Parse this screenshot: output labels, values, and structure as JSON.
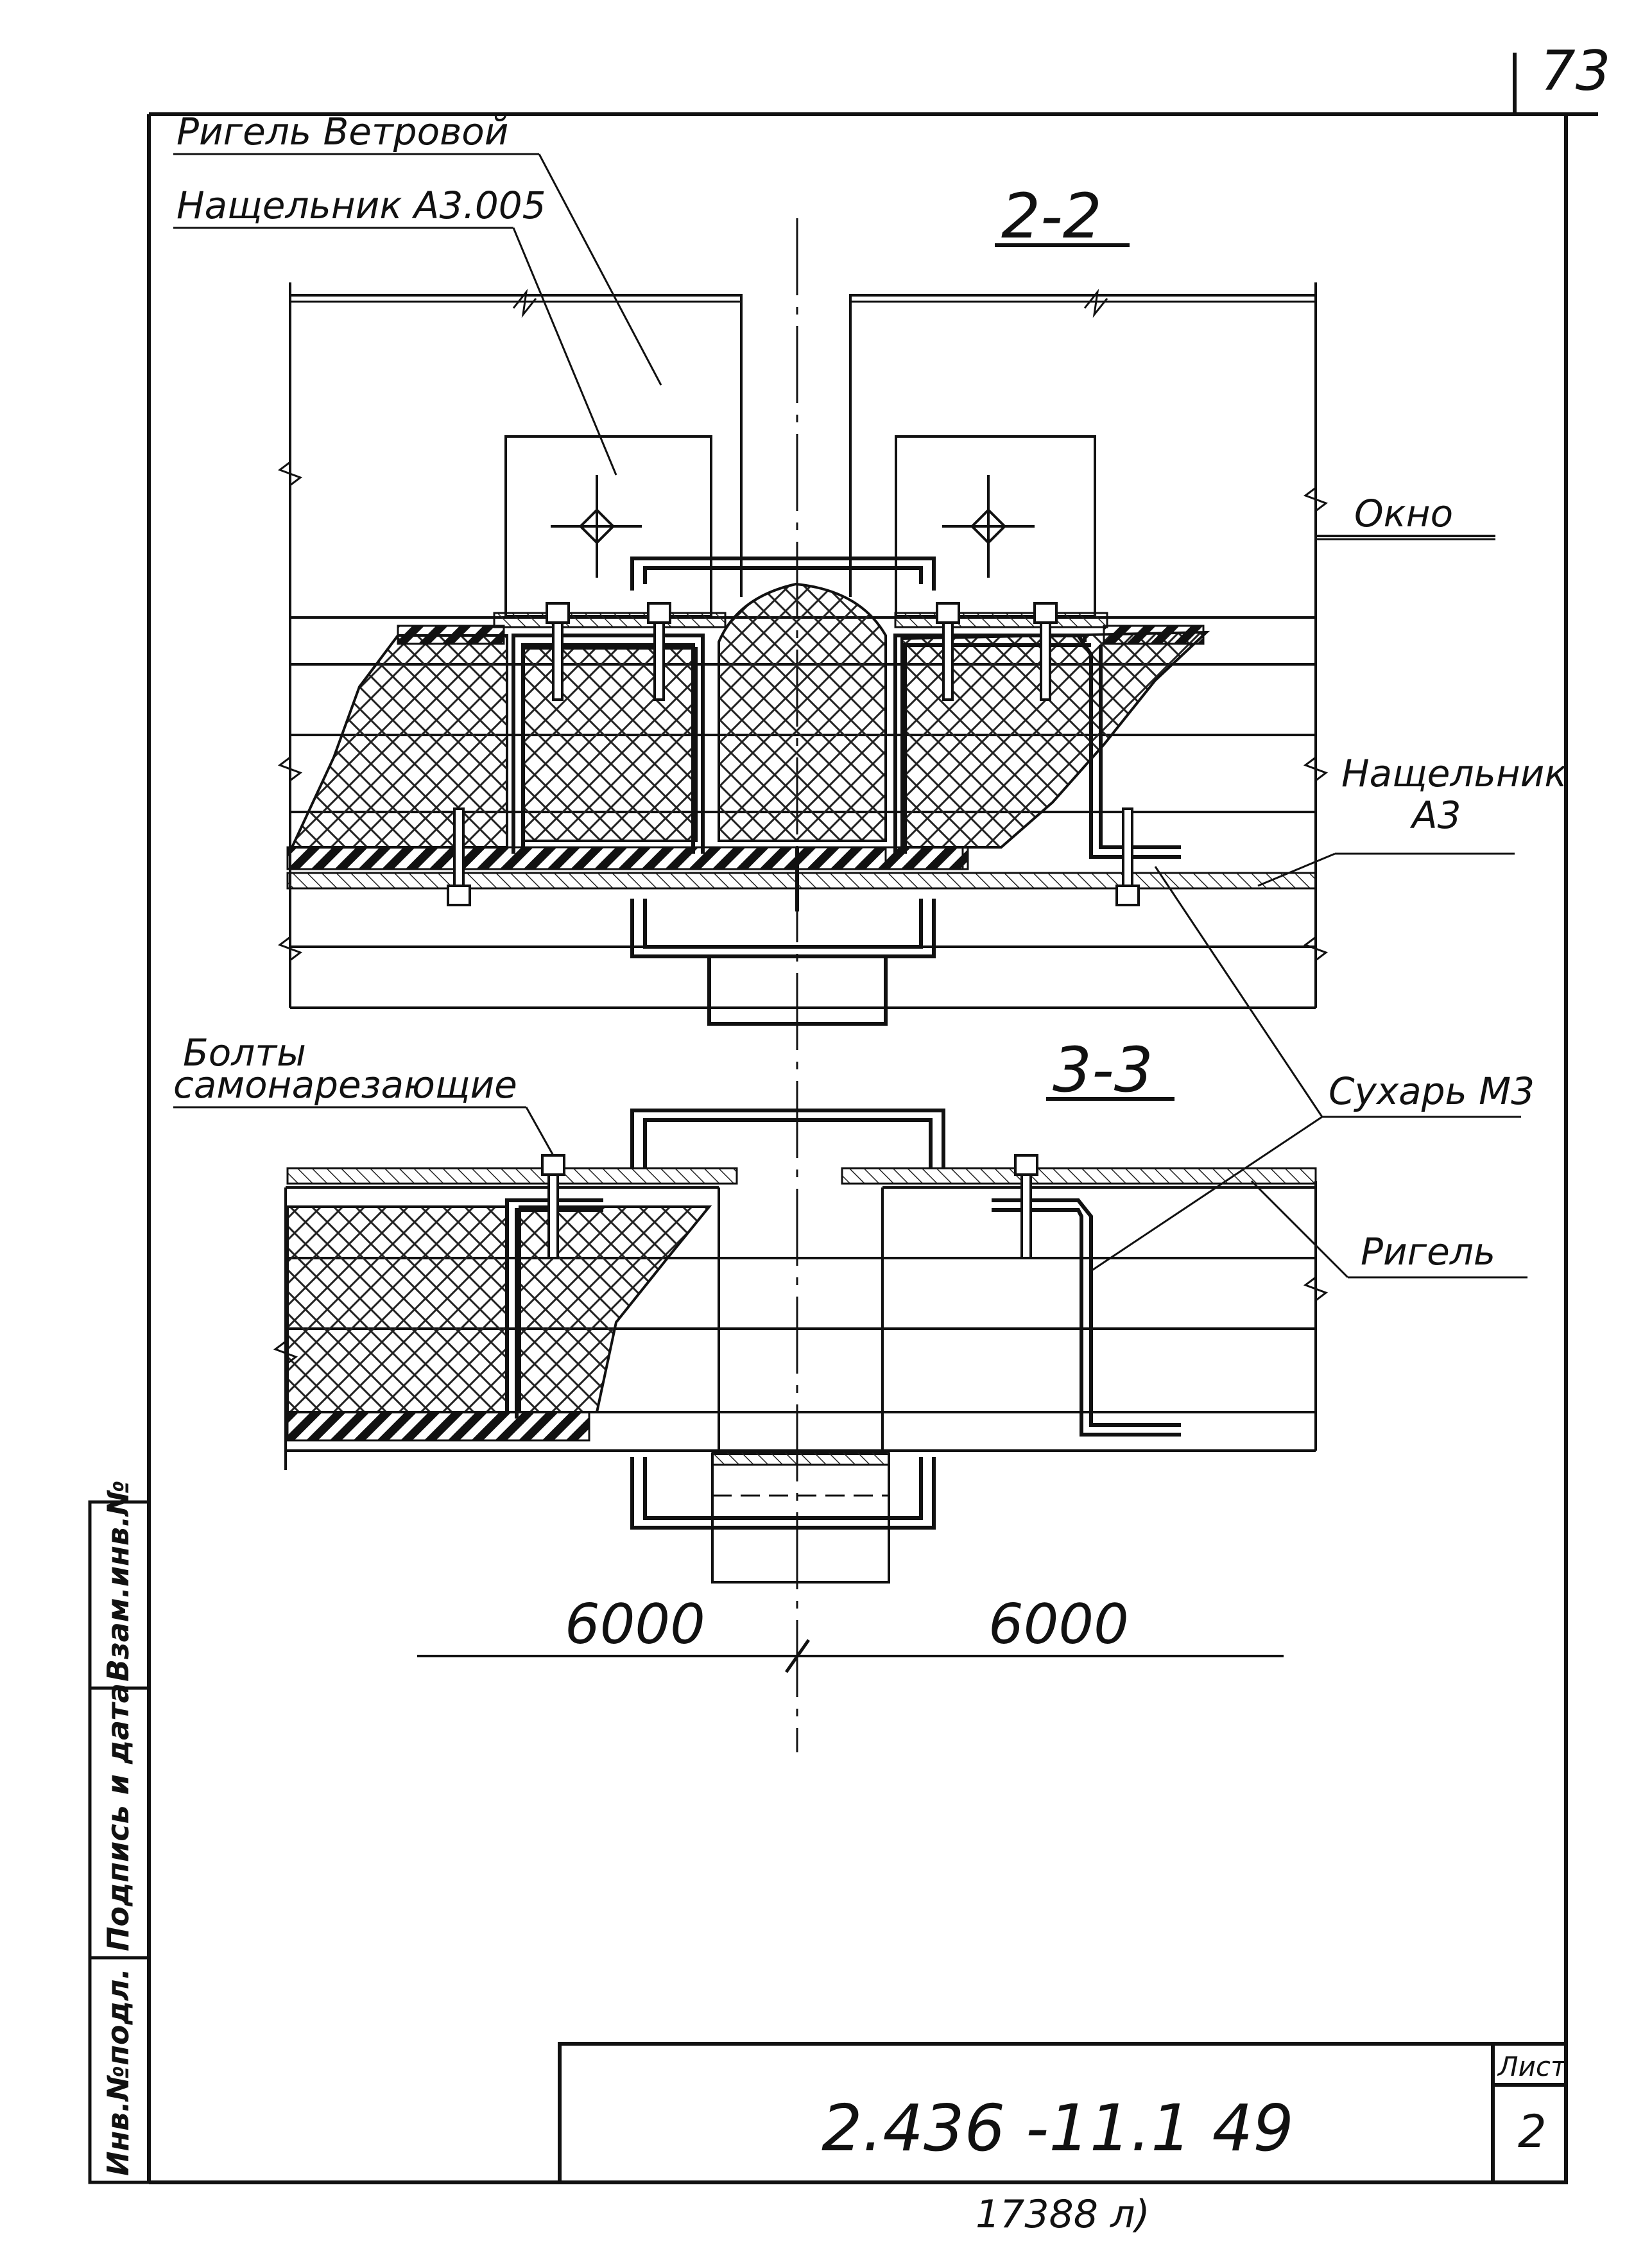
{
  "sheet": {
    "page_number": "73",
    "document_code": "2.436 -11.1 49",
    "sheet_label": "Лист",
    "sheet_number": "2",
    "bottom_number": "17388  л)"
  },
  "stamp": {
    "inv_podl": "Инв.№подл.",
    "podpis_data": "Подпись и дата",
    "vzam_inv": "Взам.инв.№"
  },
  "section_2_2": {
    "title": "2-2",
    "labels": {
      "rigel_vetrovoy": "Ригель Ветровой",
      "naschelnik_a3005": "Нащельник А3.005",
      "okno": "Окно",
      "naschelnik_a3_line1": "Нащельник",
      "naschelnik_a3_line2": "А3",
      "suhar": "Сухарь М3"
    }
  },
  "section_3_3": {
    "title": "3-3",
    "labels": {
      "bolty_line1": "Болты",
      "bolty_line2": "самонарезающие",
      "rigel": "Ригель"
    }
  },
  "dimensions": {
    "left": "6000",
    "right": "6000"
  }
}
